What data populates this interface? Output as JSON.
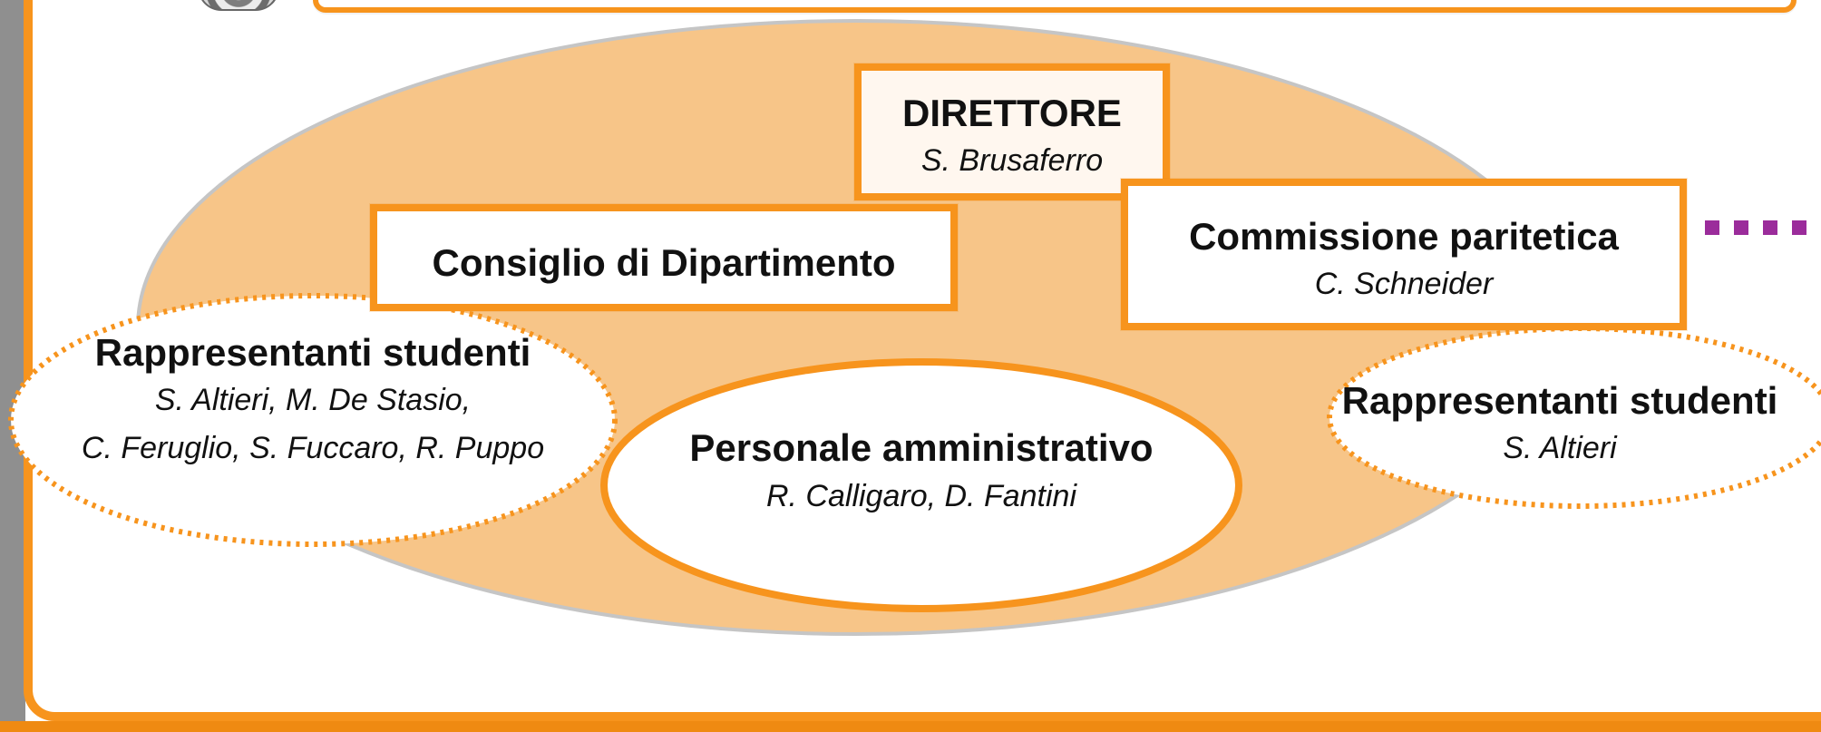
{
  "colors": {
    "accent": "#f7941d",
    "center_fill": "#f7c588",
    "connector": "#9b2c9b",
    "frame_left": "#8f8f8f"
  },
  "diagram": {
    "director": {
      "title": "DIRETTORE",
      "name": "S. Brusaferro"
    },
    "council": {
      "title": "Consiglio di Dipartimento"
    },
    "commission": {
      "title": "Commissione paritetica",
      "name": "C. Schneider"
    },
    "students_left": {
      "title": "Rappresentanti studenti",
      "line1": "S. Altieri, M. De Stasio,",
      "line2": "C. Feruglio, S. Fuccaro, R. Puppo"
    },
    "admin": {
      "title": "Personale amministrativo",
      "name": "R. Calligaro, D. Fantini"
    },
    "students_right": {
      "title": "Rappresentanti studenti",
      "name": "S. Altieri"
    }
  }
}
